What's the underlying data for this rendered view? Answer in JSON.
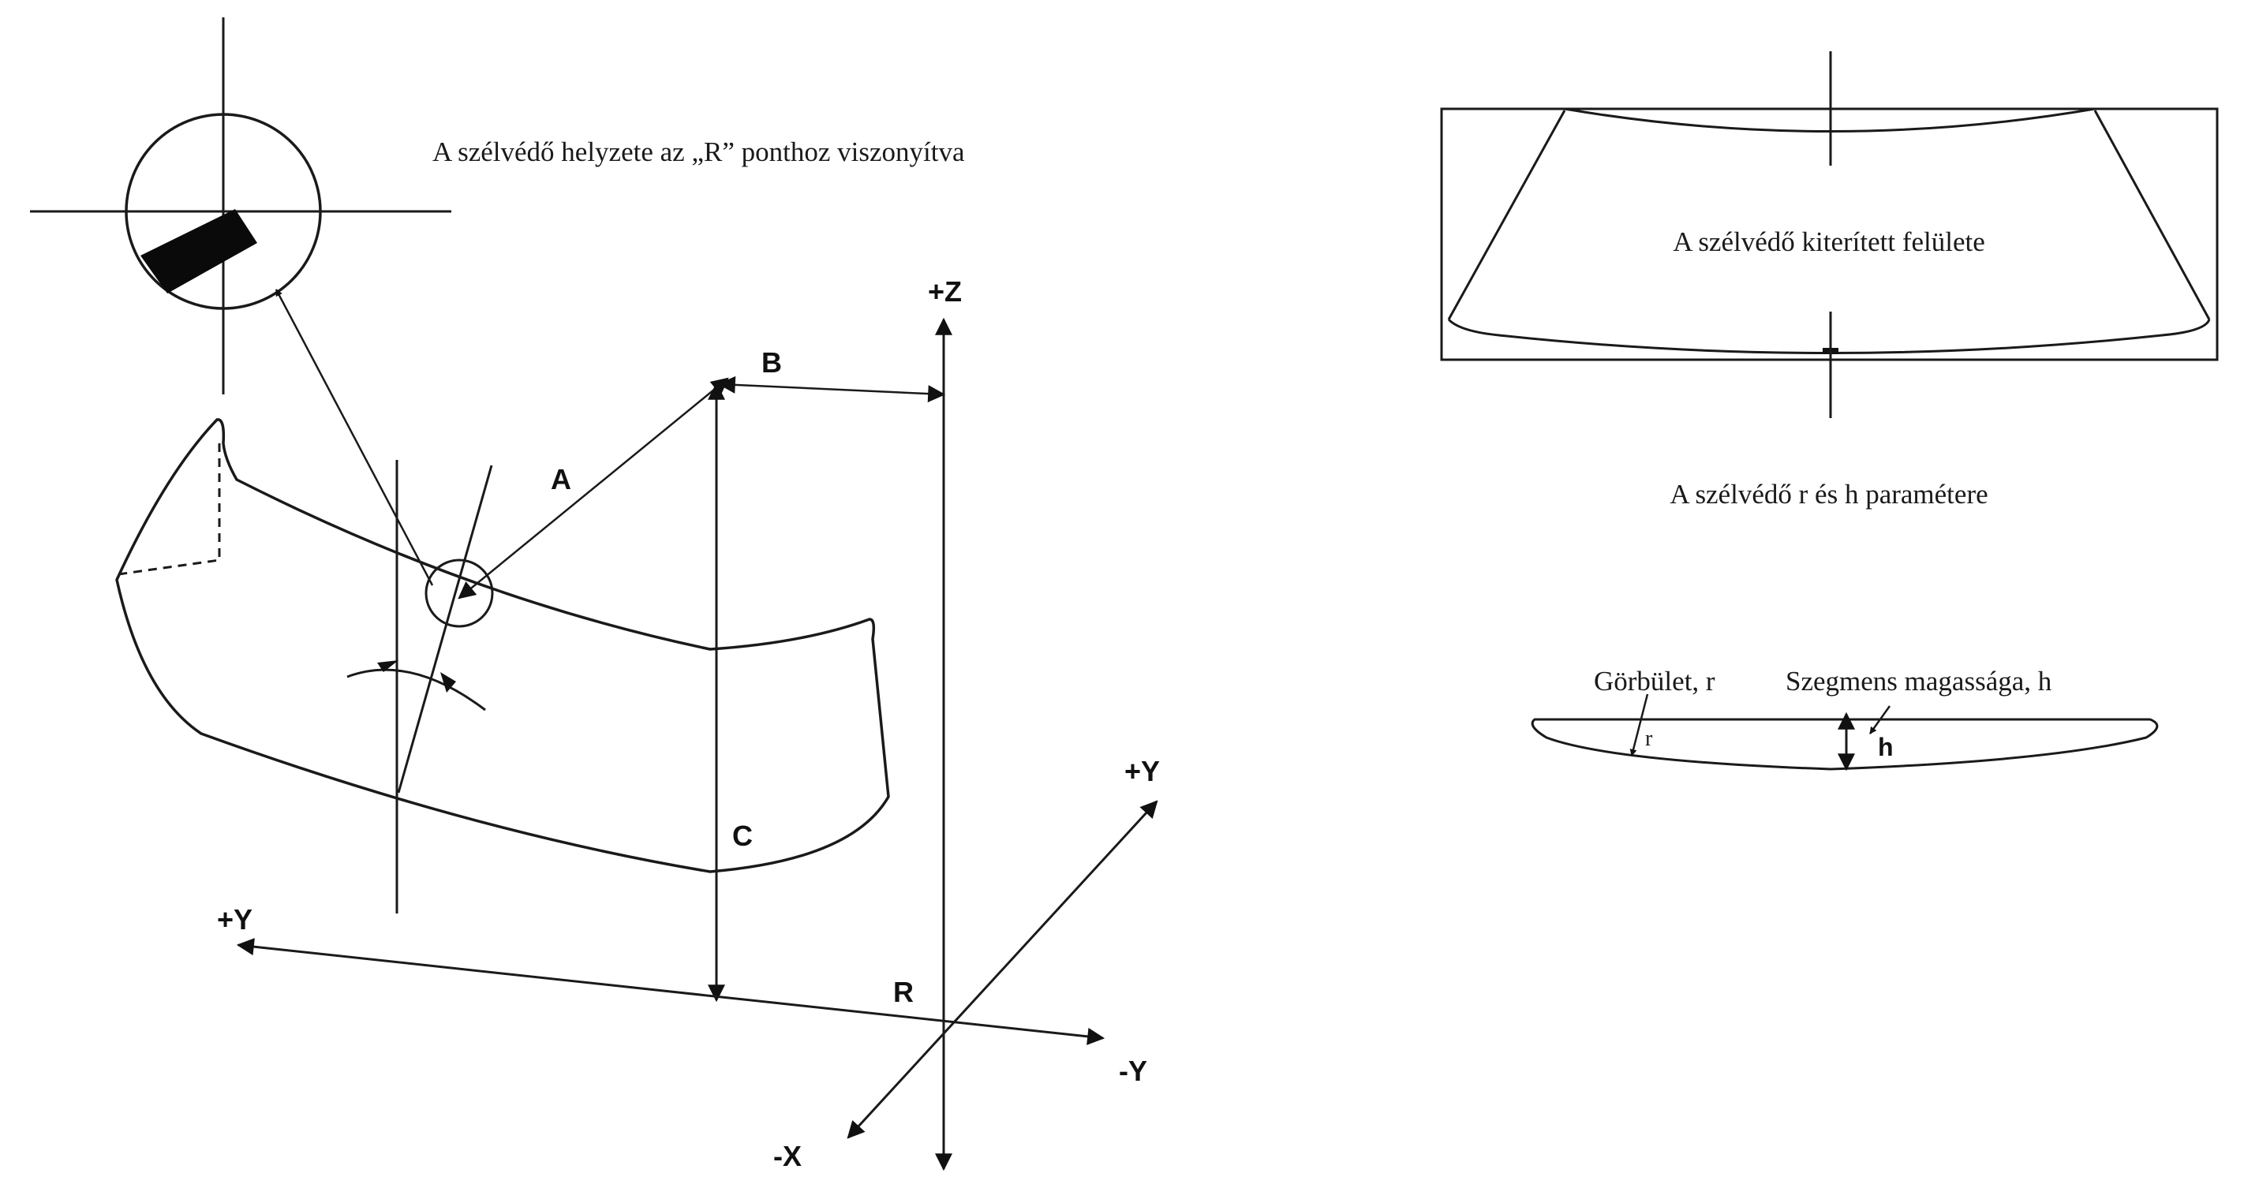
{
  "titles": {
    "position": "A szélvédő helyzete az „R” ponthoz viszonyítva",
    "developed_surface": "A szélvédő kiterített felülete",
    "parameters": "A szélvédő r és h paramétere"
  },
  "labels": {
    "curvature": "Görbület, r",
    "segment_height": "Szegmens magassága, h",
    "r": "r",
    "h": "h"
  },
  "axes": {
    "plus_z": "+Z",
    "plus_y_right": "+Y",
    "plus_y_left": "+Y",
    "minus_y": "-Y",
    "minus_x": "-X",
    "origin": "R"
  },
  "dimensions": {
    "a": "A",
    "b": "B",
    "c": "C"
  }
}
